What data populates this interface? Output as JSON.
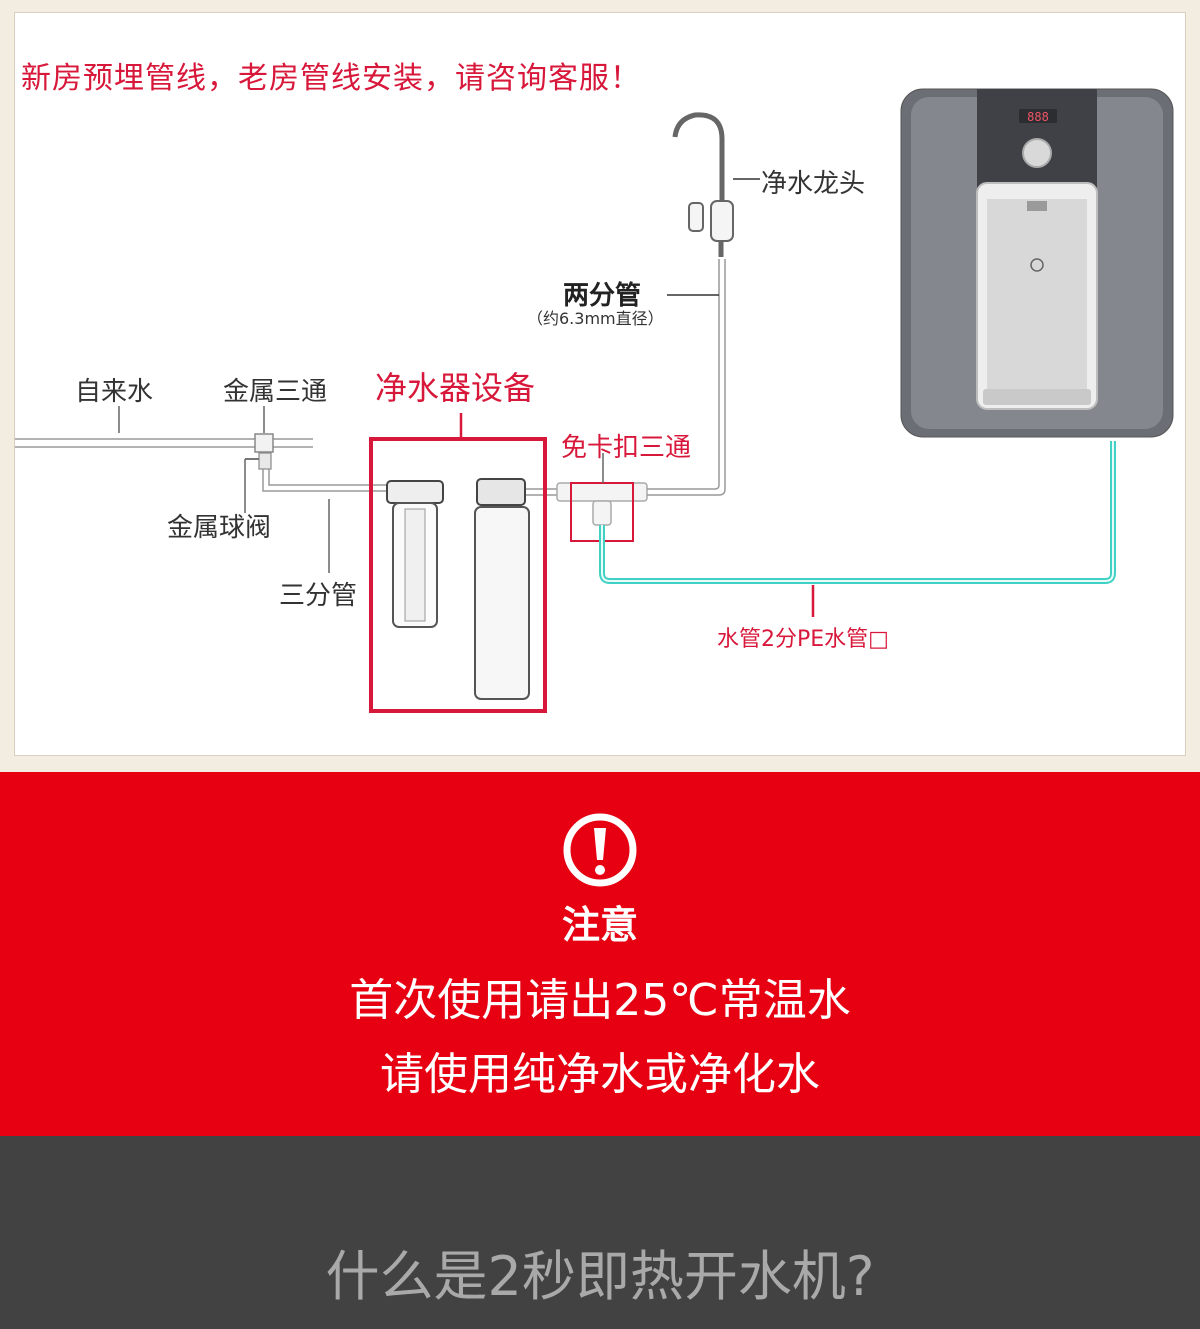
{
  "diagram": {
    "header_note": "新房预埋管线，老房管线安装，请咨询客服！",
    "labels": {
      "tap_water": "自来水",
      "metal_tee": "金属三通",
      "metal_ball_valve": "金属球阀",
      "three_quarter_pipe": "三分管",
      "purifier_equipment": "净水器设备",
      "quick_tee": "免卡扣三通",
      "two_quarter_pipe": "两分管",
      "two_quarter_pipe_note": "（约6.3mm直径）",
      "faucet": "净水龙头",
      "pe_pipe": "水管2分PE水管□"
    },
    "device": {
      "display": "888"
    },
    "colors": {
      "accent_red": "#d8183a",
      "pe_pipe": "#3fd1c3"
    }
  },
  "notice": {
    "title": "注意",
    "line1": "首次使用请出25℃常温水",
    "line2": "请使用纯净水或净化水",
    "icon": "exclamation-circle-icon",
    "background": "#e60012"
  },
  "footer": {
    "question": "什么是2秒即热开水机?"
  }
}
